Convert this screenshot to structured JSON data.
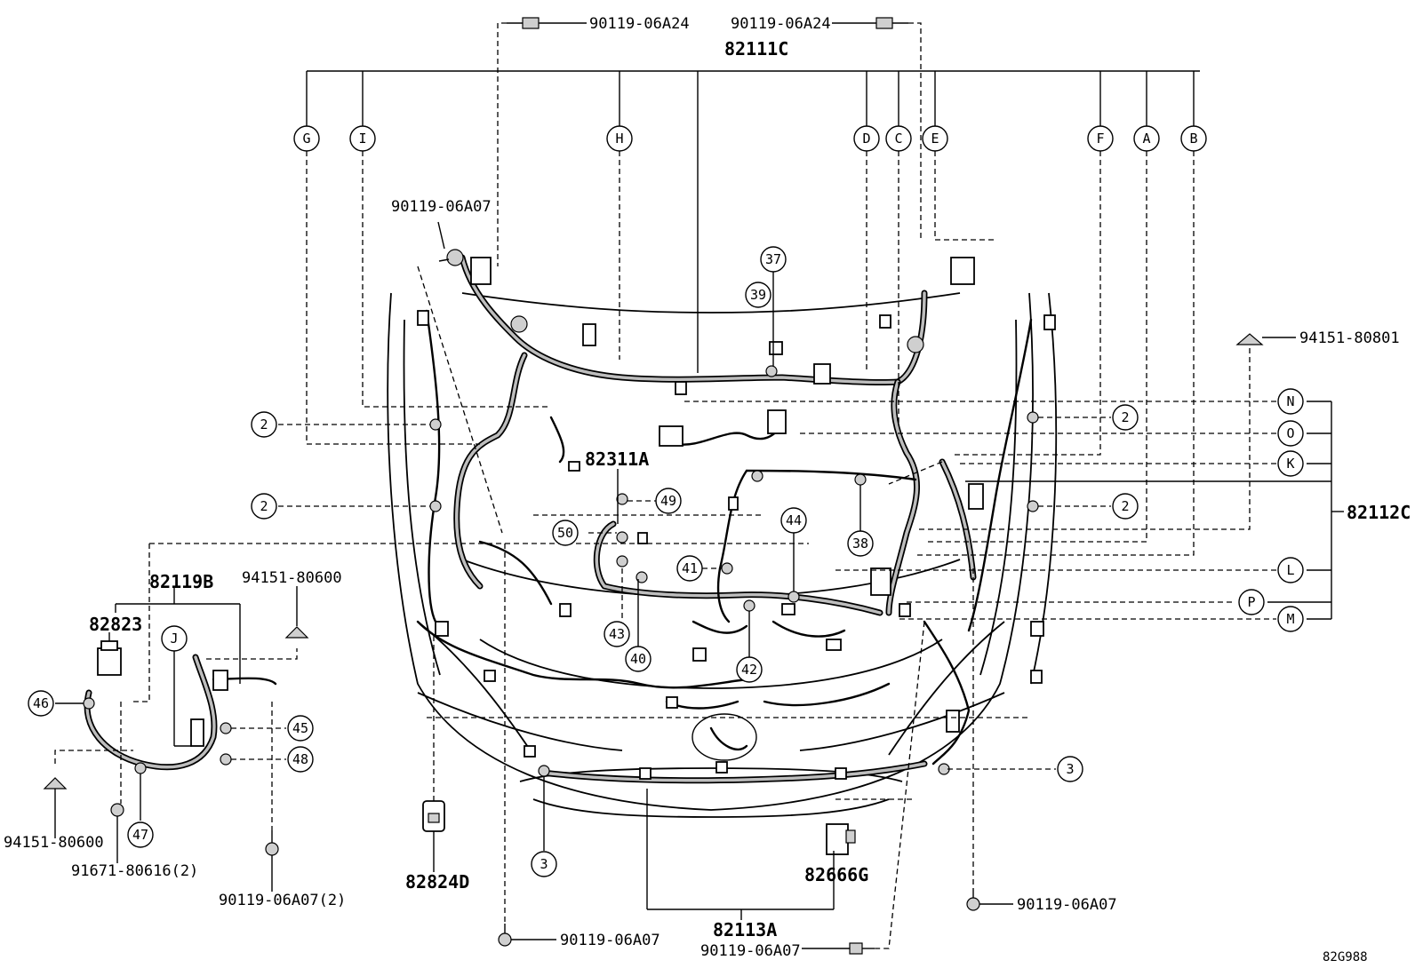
{
  "part_numbers": {
    "bolt_top_left": "90119-06A24",
    "bolt_top_right": "90119-06A24",
    "main_harness": "82111C",
    "bolt_upper_left": "90119-06A07",
    "clip_right": "94151-80801",
    "harness_right": "82112C",
    "harness_center": "82311A",
    "sub_harness": "82119B",
    "clip_left_upper": "94151-80600",
    "connector_left": "82823",
    "clip_left_lower": "94151-80600",
    "bolt_left_lower": "91671-80616(2)",
    "bolt_left_bottom": "90119-06A07(2)",
    "sensor_left": "82824D",
    "bolt_bottom_left": "90119-06A07",
    "harness_bottom": "82113A",
    "bolt_bottom_center": "90119-06A07",
    "relay_bottom": "82666G",
    "bolt_bottom_right": "90119-06A07"
  },
  "letter_callouts": {
    "G": "G",
    "I": "I",
    "H": "H",
    "D": "D",
    "C": "C",
    "E": "E",
    "F": "F",
    "A": "A",
    "B": "B",
    "N": "N",
    "O": "O",
    "K": "K",
    "L": "L",
    "P": "P",
    "M": "M",
    "J": "J"
  },
  "number_callouts": {
    "n2a": "2",
    "n2b": "2",
    "n2c": "2",
    "n2d": "2",
    "n3a": "3",
    "n3b": "3",
    "n37": "37",
    "n38": "38",
    "n39": "39",
    "n40": "40",
    "n41": "41",
    "n42": "42",
    "n43": "43",
    "n44": "44",
    "n45": "45",
    "n46": "46",
    "n47": "47",
    "n48": "48",
    "n49": "49",
    "n50": "50"
  },
  "reference_code": "82G988"
}
